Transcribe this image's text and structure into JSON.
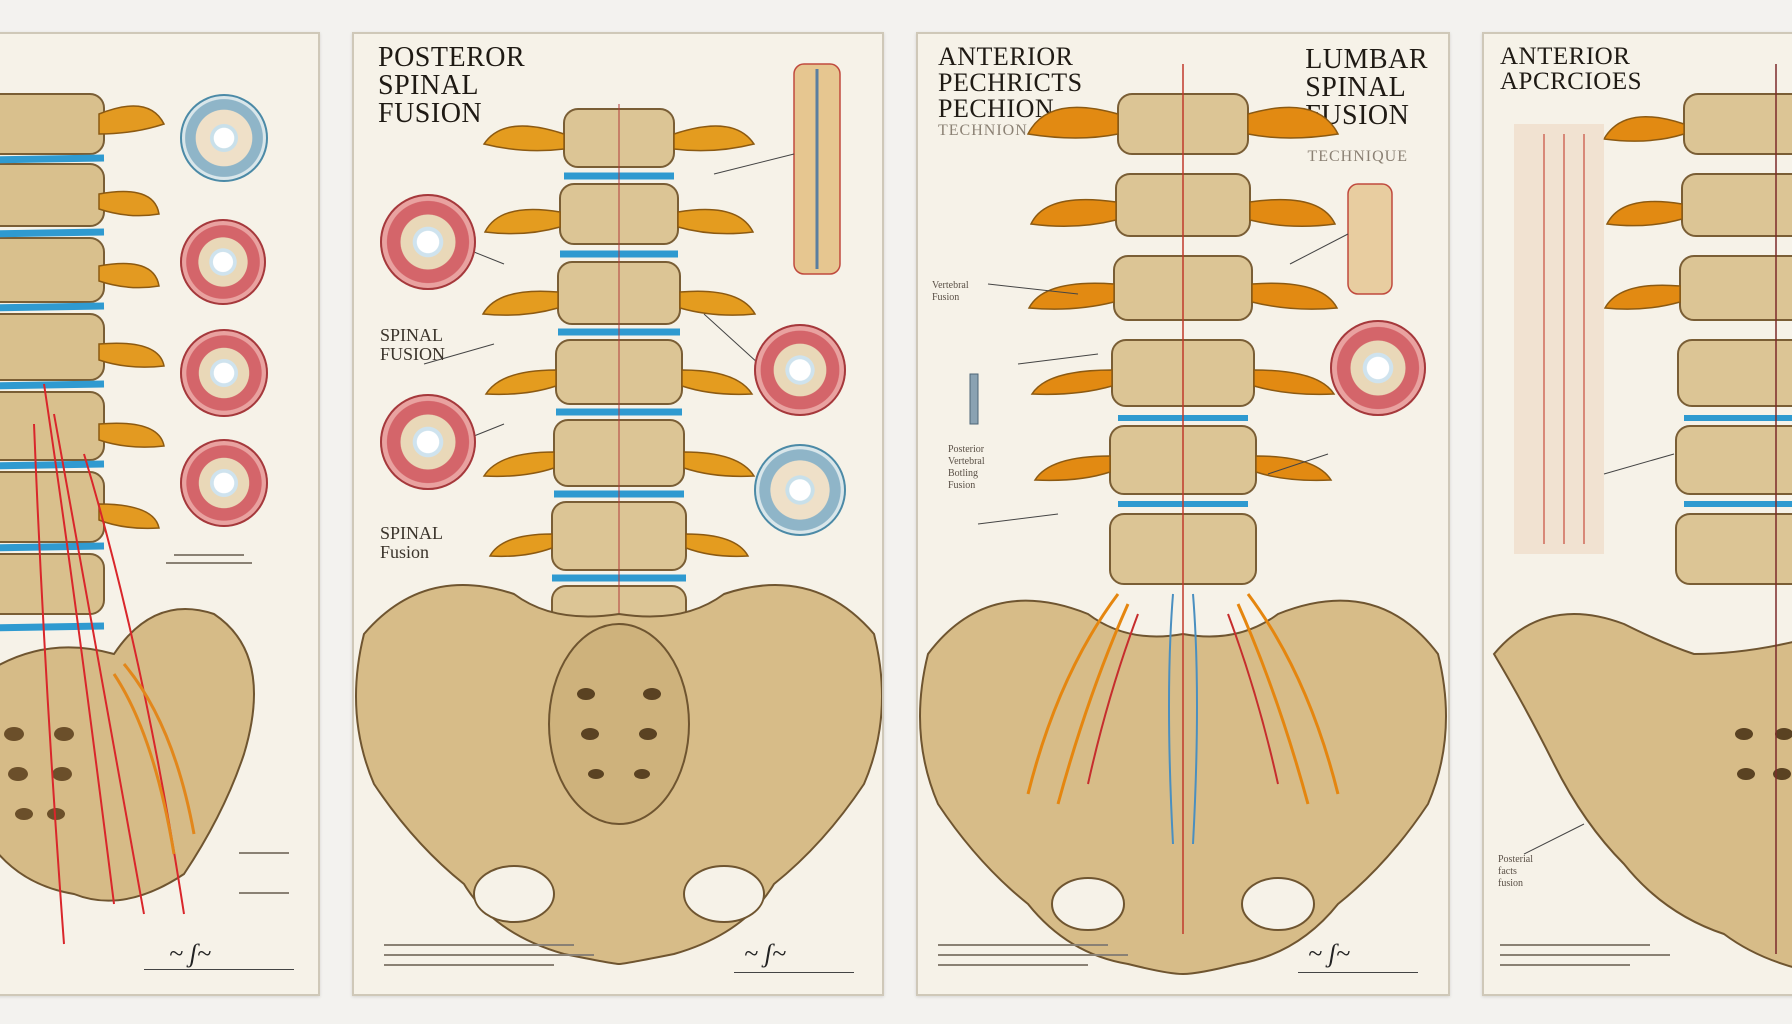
{
  "panels": {
    "p2": {
      "title": "POSTEROR\nSPINAL\nFUSION",
      "label_spinal_fusion": "SPINAL\nFUSION",
      "label_spinal_fusion_2": "SPINAL\nFusion"
    },
    "p3": {
      "title_left": "ANTERIOR\nPECHRICTS\nPECHION",
      "title_left_sub": "TECHNION",
      "title_right": "LUMBAR\nSPINAL\nFUSION",
      "title_right_sub": "TECHNIQUE",
      "label_vertebral": "Vertebral\nFusion",
      "label_posterior_fusion": "Posterior\nVertebral\nBotling\nFusion"
    },
    "p4": {
      "title": "ANTERIOR\nAPCRCIOES",
      "label_posterior": "Posterial\nfacts\nfusion"
    }
  },
  "colors": {
    "bone": "#d8bf8c",
    "bone_dark": "#8c6d3f",
    "process_orange": "#e59a1b",
    "disc_blue": "#3aa6d6",
    "nerve_red": "#d8242a",
    "paper": "#f6f2e8"
  }
}
